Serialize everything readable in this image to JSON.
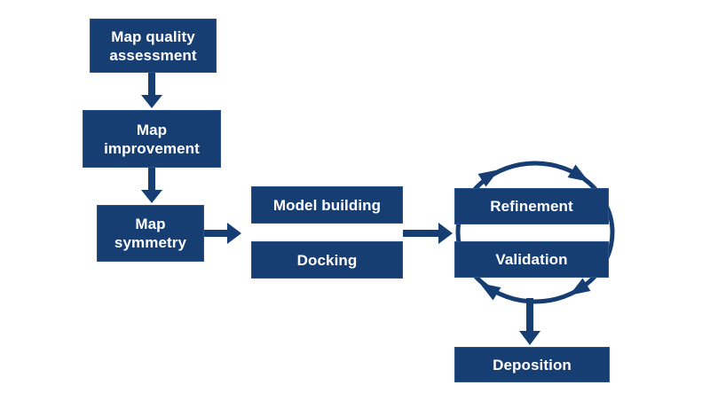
{
  "diagram": {
    "type": "flowchart",
    "colors": {
      "background": "#ffffff",
      "node_fill": "#163E73",
      "node_border": "#2B5289",
      "arrow": "#163E73",
      "text": "#ffffff"
    },
    "nodes": {
      "map_quality_assessment": {
        "label": "Map quality\nassessment"
      },
      "map_improvement": {
        "label": "Map\nimprovement"
      },
      "map_symmetry": {
        "label": "Map\nsymmetry"
      },
      "model_building": {
        "label": "Model building"
      },
      "docking": {
        "label": "Docking"
      },
      "refinement": {
        "label": "Refinement"
      },
      "validation": {
        "label": "Validation"
      },
      "deposition": {
        "label": "Deposition"
      }
    },
    "edges": [
      {
        "from": "map_quality_assessment",
        "to": "map_improvement",
        "type": "arrow-down"
      },
      {
        "from": "map_improvement",
        "to": "map_symmetry",
        "type": "arrow-down"
      },
      {
        "from": "map_symmetry",
        "to": "model_building_docking",
        "type": "arrow-right"
      },
      {
        "from": "model_building_docking",
        "to": "refinement_validation",
        "type": "arrow-right"
      },
      {
        "from": "refinement_validation",
        "to": "refinement_validation",
        "type": "cycle-clockwise"
      },
      {
        "from": "refinement_validation",
        "to": "deposition",
        "type": "arrow-down"
      }
    ]
  }
}
